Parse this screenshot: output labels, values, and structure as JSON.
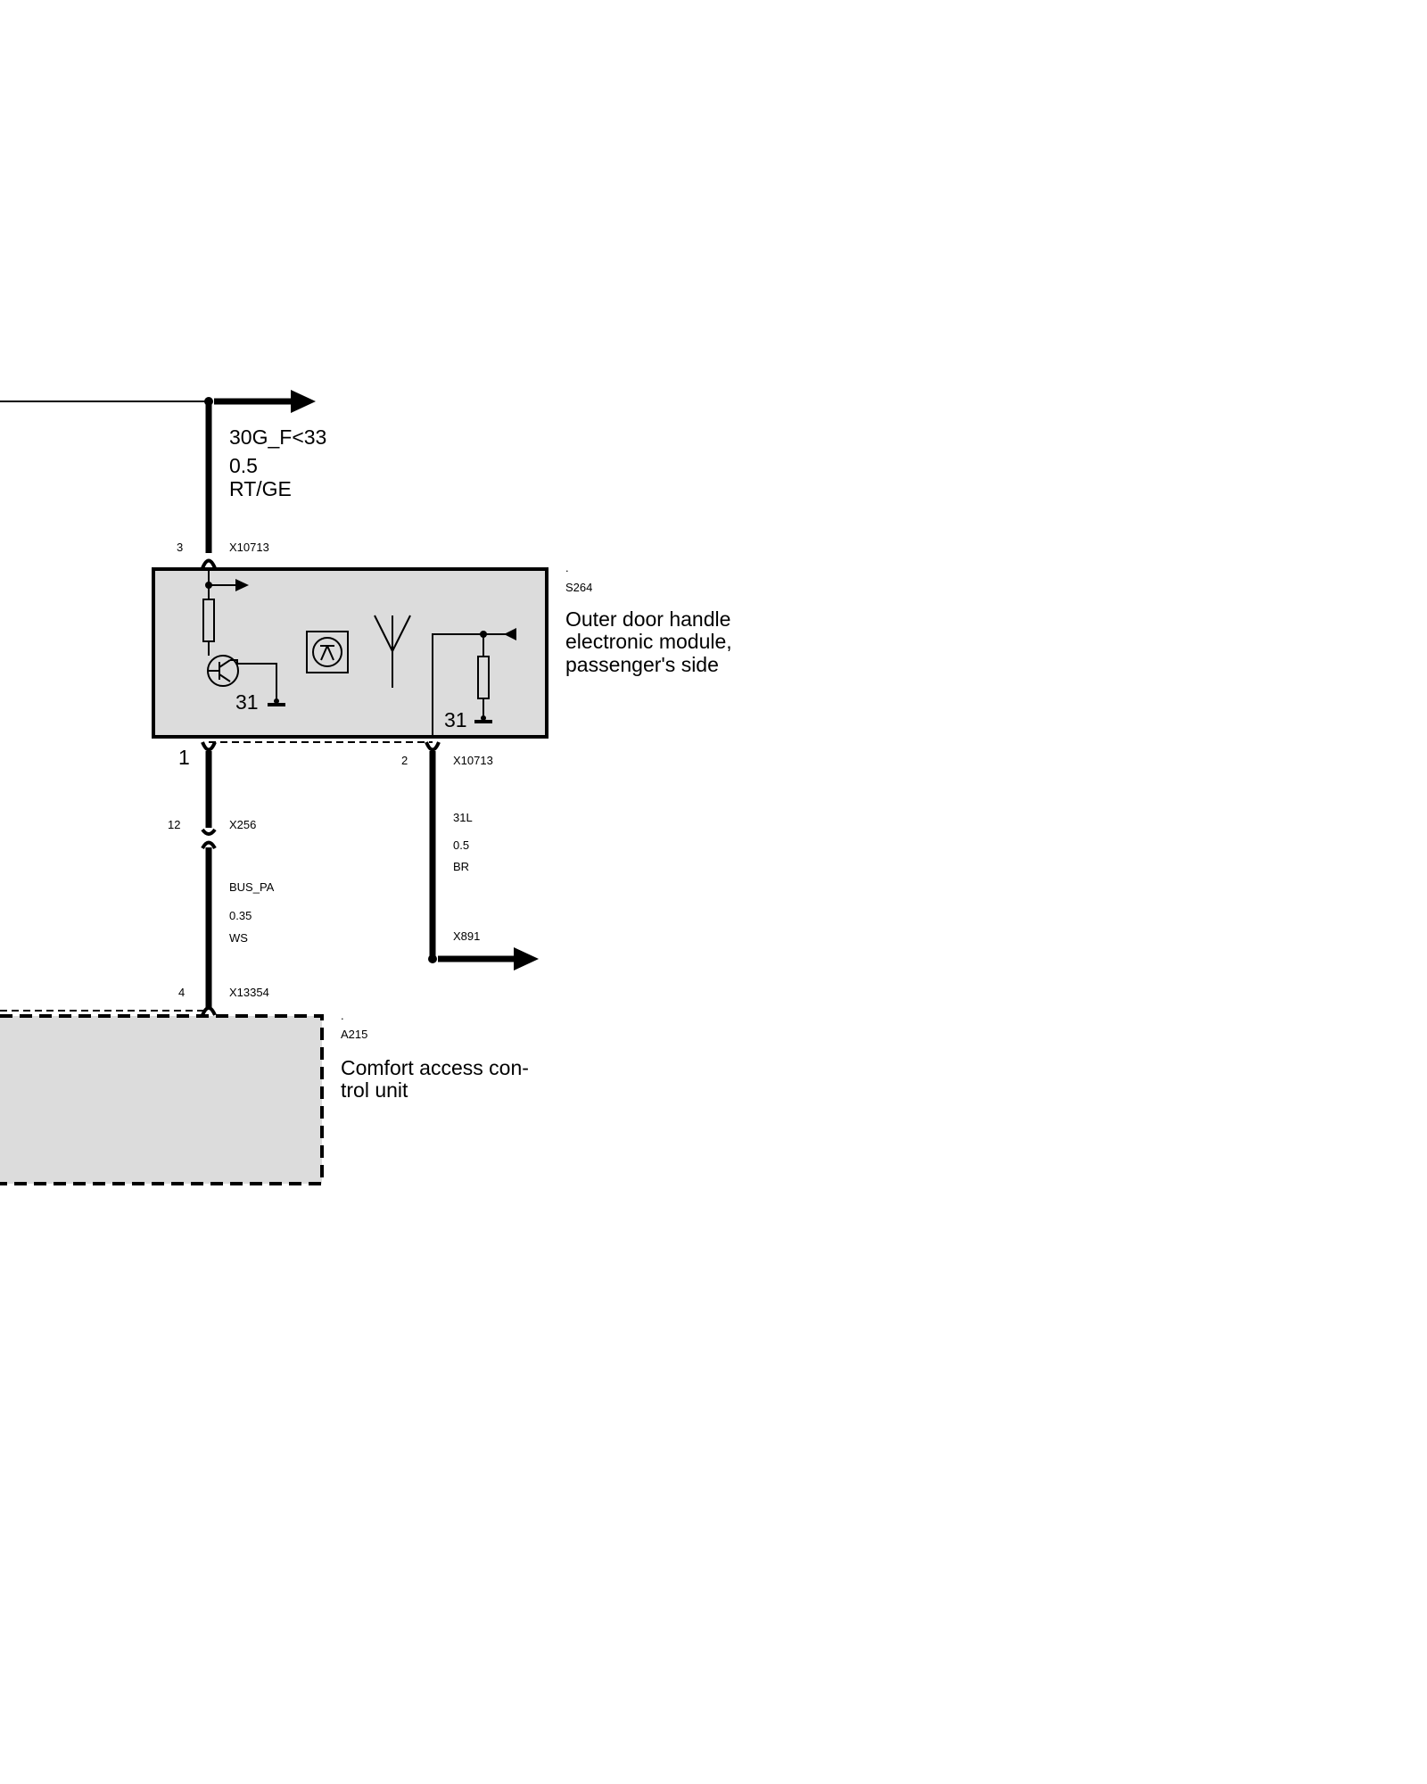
{
  "supply_wire": {
    "signal": "30G_F<33",
    "gauge": "0.5",
    "color": "RT/GE"
  },
  "module_s264": {
    "marker": ".",
    "code": "S264",
    "name_line1": "Outer door handle",
    "name_line2": "electronic module,",
    "name_line3": "passenger's side",
    "ground_left": "31",
    "ground_right": "31"
  },
  "connectors": {
    "x10713_top_pin": "3",
    "x10713_top_name": "X10713",
    "x10713_bottom_pin_left": "1",
    "x10713_bottom_pin_right": "2",
    "x10713_bottom_name": "X10713",
    "x256_pin": "12",
    "x256_name": "X256",
    "x891_name": "X891",
    "x13354_pin": "4",
    "x13354_name": "X13354"
  },
  "bus_wire": {
    "signal": "BUS_PA",
    "gauge": "0.35",
    "color": "WS"
  },
  "ground_wire": {
    "signal": "31L",
    "gauge": "0.5",
    "color": "BR"
  },
  "module_a215": {
    "marker": ".",
    "code": "A215",
    "name_line1": "Comfort access con-",
    "name_line2": "trol unit"
  },
  "colors": {
    "line": "#000000",
    "component_fill": "#dcdcdc",
    "background": "#ffffff"
  }
}
